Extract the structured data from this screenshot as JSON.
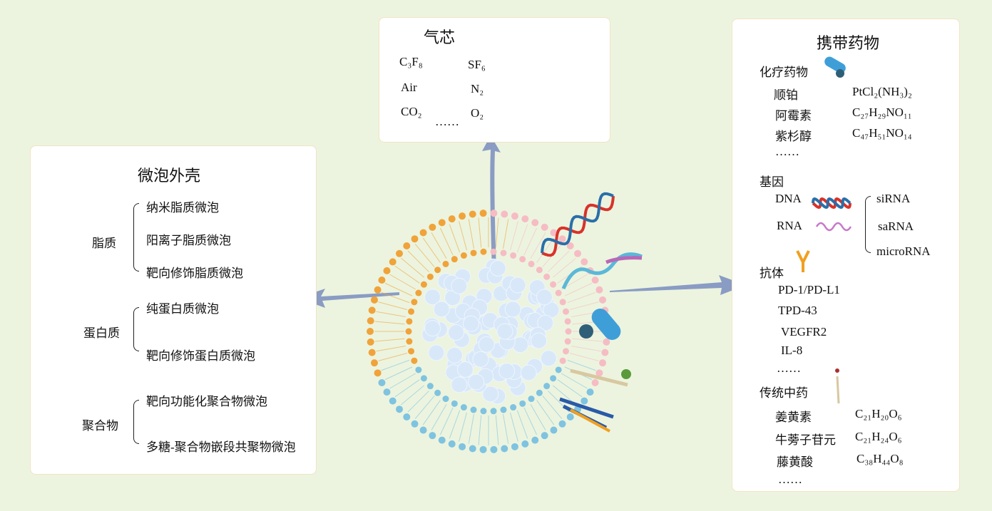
{
  "core": {
    "title": "气芯",
    "gases": [
      "C₃F₈",
      "SF₆",
      "Air",
      "N₂",
      "CO₂",
      "O₂"
    ],
    "more": "……"
  },
  "shell": {
    "title": "微泡外壳",
    "groups": [
      {
        "label": "脂质",
        "items": [
          "纳米脂质微泡",
          "阳离子脂质微泡",
          "靶向修饰脂质微泡"
        ],
        "color": "#f0a33a"
      },
      {
        "label": "蛋白质",
        "items": [
          "纯蛋白质微泡",
          "靶向修饰蛋白质微泡"
        ],
        "color": "#7fc3e0"
      },
      {
        "label": "聚合物",
        "items": [
          "靶向功能化聚合物微泡",
          "多糖-聚合物嵌段共聚物微泡"
        ],
        "color": "#f6bcc4"
      }
    ]
  },
  "cargo": {
    "title": "携带药物",
    "chemo": {
      "label": "化疗药物",
      "drugs": [
        {
          "name": "顺铂",
          "formula": "PtCl₂(NH₃)₂"
        },
        {
          "name": "阿霉素",
          "formula": "C₂₇H₂₉NO₁₁"
        },
        {
          "name": "紫杉醇",
          "formula": "C₄₇H₅₁NO₁₄"
        }
      ],
      "more": "……"
    },
    "gene": {
      "label": "基因",
      "dna": "DNA",
      "rna": "RNA",
      "rna_types": [
        "siRNA",
        "saRNA",
        "microRNA"
      ]
    },
    "antibody": {
      "label": "抗体",
      "items": [
        "PD-1/PD-L1",
        "TPD-43",
        "VEGFR2",
        "IL-8"
      ],
      "more": "……"
    },
    "tcm": {
      "label": "传统中药",
      "drugs": [
        {
          "name": "姜黄素",
          "formula": "C₂₁H₂₀O₆"
        },
        {
          "name": "牛蒡子苷元",
          "formula": "C₂₁H₂₄O₆"
        },
        {
          "name": "藤黄酸",
          "formula": "C₃₈H₄₄O₈"
        }
      ],
      "more": "……"
    }
  },
  "colors": {
    "arrow": "#8a9cc4",
    "bubble": "#d8e8f8",
    "lipid": "#f0a33a",
    "protein": "#7fc3e0",
    "polymer": "#f6bcc4"
  }
}
